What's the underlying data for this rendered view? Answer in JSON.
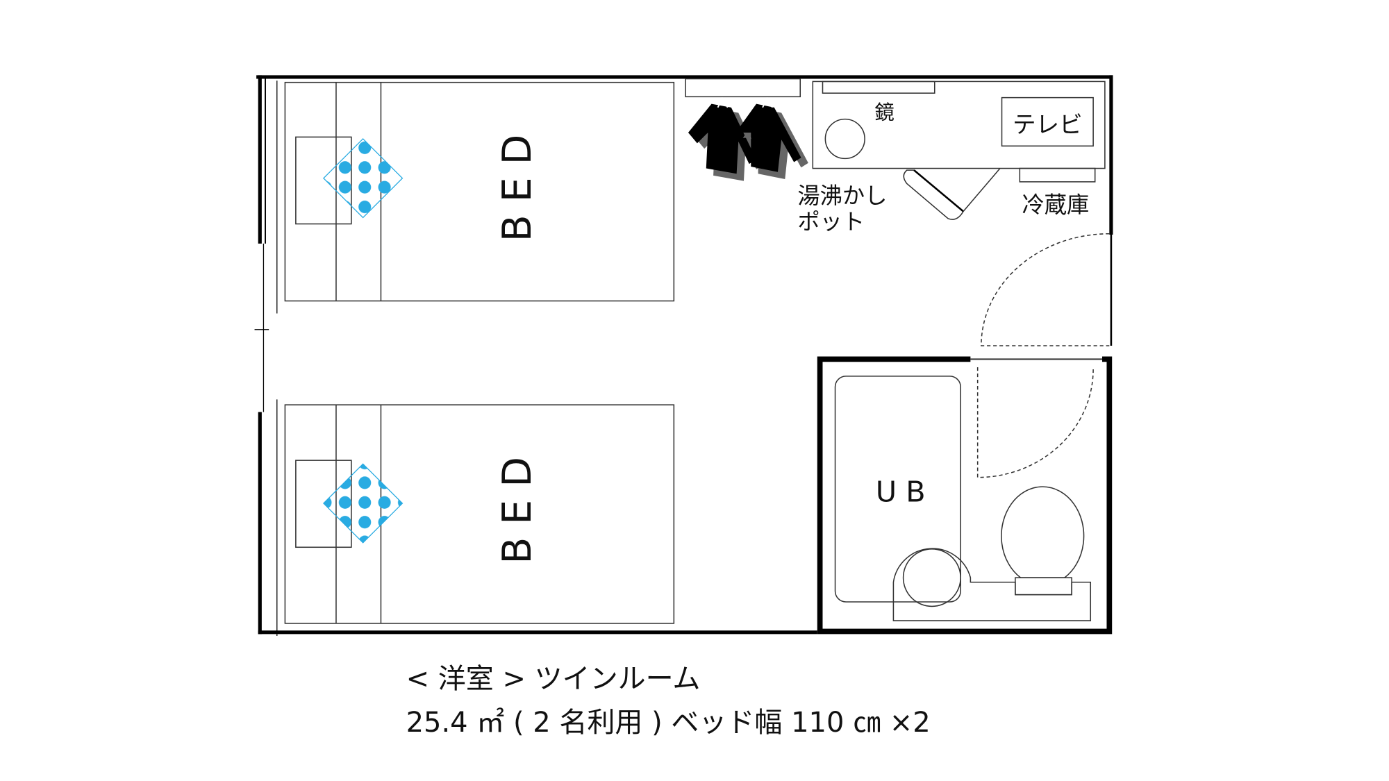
{
  "floorplan": {
    "bed_label": "B E D",
    "mirror_label": "鏡",
    "tv_label": "テレビ",
    "fridge_label": "冷蔵庫",
    "kettle_label_line1": "湯沸かし",
    "kettle_label_line2": "ポット",
    "bath_label": "U B"
  },
  "caption": {
    "line1": "< 洋室 > ツインルーム",
    "line2": "25.4 ㎡ ( 2 名利用 )  ベッド幅 110 ㎝ ×2"
  },
  "colors": {
    "pillow_pattern": "#29abe2",
    "wall": "#000000"
  }
}
